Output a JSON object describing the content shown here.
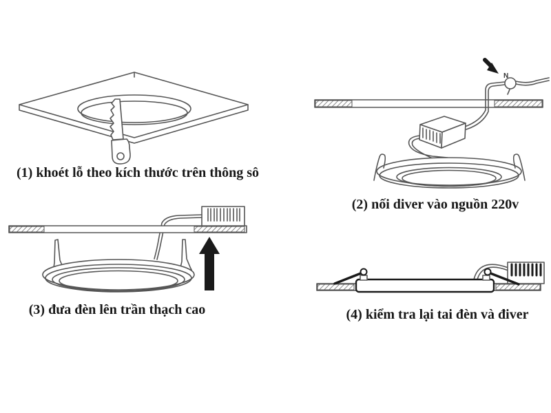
{
  "colors": {
    "background": "#ffffff",
    "line_gray": "#555555",
    "solid_black": "#1a1a1a",
    "caption_text": "#171717",
    "hatch_gray": "#888888"
  },
  "figure": {
    "steps": [
      {
        "caption": "(1) khoét lỗ theo kích thước trên thông sô"
      },
      {
        "caption": "(2) nối diver vào nguồn 220v",
        "wire_label": "N"
      },
      {
        "caption": "(3) đưa đèn lên trần thạch cao"
      },
      {
        "caption": "(4) kiểm tra lại tai đèn và điver"
      }
    ]
  }
}
